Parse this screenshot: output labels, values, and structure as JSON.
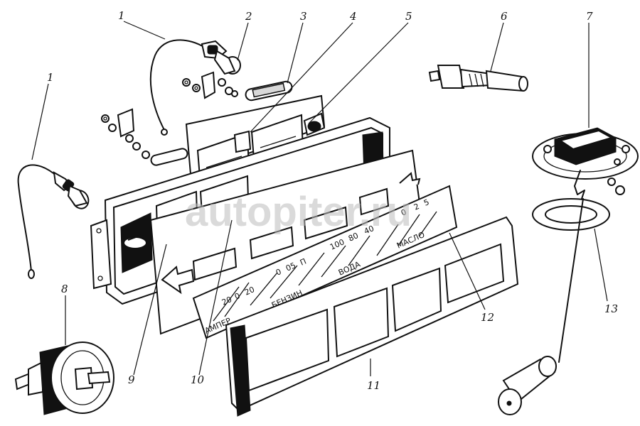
{
  "diagram": {
    "callouts": {
      "c1a": "1",
      "c1b": "1",
      "c2": "2",
      "c3": "3",
      "c4": "4",
      "c5": "5",
      "c6": "6",
      "c7": "7",
      "c8": "8",
      "c9": "9",
      "c10": "10",
      "c11": "11",
      "c12": "12",
      "c13": "13"
    },
    "dial_text": {
      "ammeter_word": "АМПЕР",
      "fuel_word": "БЕНЗИН",
      "water_word": "ВОДА",
      "oil_word": "МАСЛО",
      "amp_scale": [
        "20",
        "0",
        "20"
      ],
      "fuel_scale": [
        "0",
        "05",
        "П"
      ],
      "water_scale": [
        "100",
        "80",
        "40"
      ],
      "oil_scale": [
        "0",
        "2",
        "5"
      ]
    },
    "watermark": "autopiter.ru"
  }
}
